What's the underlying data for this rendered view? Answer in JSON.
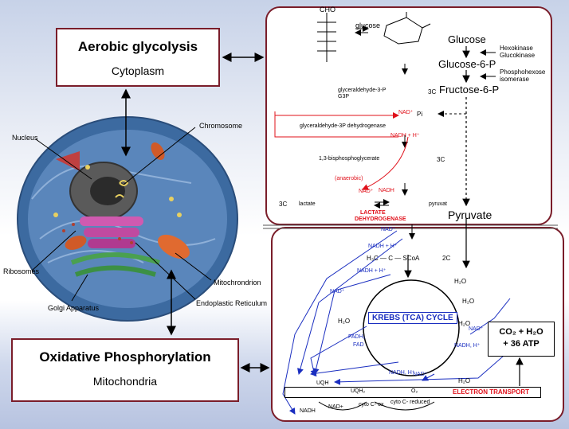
{
  "boxes": {
    "glycolysis": {
      "title": "Aerobic glycolysis",
      "subtitle": "Cytoplasm"
    },
    "oxphos": {
      "title": "Oxidative Phosphorylation",
      "subtitle": "Mitochondria"
    }
  },
  "cell_labels": {
    "nucleus": "Nucleus",
    "chromosome": "Chromosome",
    "ribosomes": "Ribosomes",
    "mitochondrion": "Mitochrondrion",
    "golgi": "Golgi Apparatus",
    "er": "Endoplastic Reticulum"
  },
  "glycolysis_panel": {
    "cho": "CHO",
    "glucose_arrow": "glucose",
    "glucose": "Glucose",
    "glucose6p": "Glucose-6-P",
    "fructose6p": "Fructose-6-P",
    "pyruvate": "Pyruvate",
    "hexokinase": "Hexokinase",
    "glucokinase": "Glucokinase",
    "phosphohexose": "Phosphohexose",
    "isomerase": "isomerase",
    "g3p_name": "glyceraldehyde-3-P",
    "g3p_abbr": "G3P",
    "c3": "3C",
    "g3p_dh": "glyceraldehyde-3P dehydrogenase",
    "nad": "NAD⁺",
    "nadh_h": "NADH + H⁺",
    "pi": "Pi",
    "bpg": "1,3-bisphosphoglycerate",
    "anaerobic": "(anaerobic)",
    "nad_plus": "NAD⁺",
    "nadh": "NADH",
    "lactate": "lactate",
    "pyruvat": "pyruvat",
    "ldh1": "LACTATE",
    "ldh2": "DEHYDROGENASE",
    "c3_left": "3C",
    "c3_bpg": "3C"
  },
  "krebs_panel": {
    "nad_top": "NAD⁺",
    "nadh_h_1": "NADH + H⁺",
    "acetyl": "H₃C — C — SCoA",
    "c2": "2C",
    "nadh_h_2": "NADH + H⁺",
    "h2o_1": "H₂O",
    "nad_left": "NAD⁺",
    "h2o_2": "H₂O",
    "krebs": "KREBS (TCA) CYCLE",
    "h2o_3": "H₂O",
    "h2o_4": "H₂O",
    "fadh": "FADH₂",
    "fad": "FAD",
    "nad_right": "NAD⁺",
    "nadh_h_3": "NADH, H⁺",
    "nadh_h_4": "NADH, H⁺",
    "nad_bottom": "NAD⁺",
    "h2o_5": "H₂O",
    "uqh": "UQH",
    "uqh2": "UQH₂",
    "o2": "O₂",
    "electron_transport": "ELECTRON TRANSPORT",
    "nadh_b": "NADH",
    "nad_b": "NAD+",
    "cyto_ox": "cyto C- ox",
    "cyto_red": "cyto C- reduced"
  },
  "result": {
    "line1": "CO₂ + H₂O",
    "line2": "+ 36 ATP"
  }
}
